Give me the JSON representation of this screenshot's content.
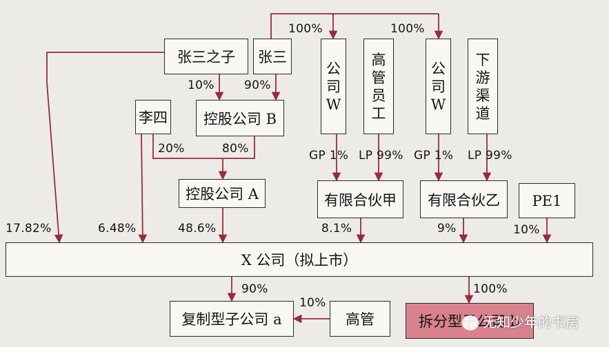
{
  "nodes": {
    "son": "张三之子",
    "zhangsan": "张三",
    "lisi": "李四",
    "holdco_b": "控股公司 B",
    "holdco_a": "控股公司 A",
    "company_w1": [
      "公",
      "司",
      "W"
    ],
    "senior_staff": [
      "高",
      "管",
      "员",
      "工"
    ],
    "company_w2": [
      "公",
      "司",
      "W"
    ],
    "downstream": [
      "下",
      "游",
      "渠",
      "道"
    ],
    "lp_jia": "有限合伙甲",
    "lp_yi": "有限合伙乙",
    "pe1": "PE1",
    "x_company": "X 公司（拟上市）",
    "sub_a": "复制型子公司 a",
    "executives": "高管",
    "spinoff": "拆分型子公司 b"
  },
  "edges": {
    "zs_w1": "100%",
    "zs_w2": "100%",
    "son_b": "10%",
    "zs_b": "90%",
    "lisi_a": "20%",
    "b_a": "80%",
    "w1_jia": "GP 1%",
    "staff_jia": "LP 99%",
    "w2_yi": "GP 1%",
    "down_yi": "LP 99%",
    "son_x": "17.82%",
    "lisi_x": "6.48%",
    "a_x": "48.6%",
    "jia_x": "8.1%",
    "yi_x": "9%",
    "pe1_x": "10%",
    "x_suba": "90%",
    "x_spin": "100%",
    "exec_suba": "10%"
  },
  "watermark": "无知少年的书房",
  "colors": {
    "line": "#9b2a3a",
    "spinoff_fill": "#d9828e"
  }
}
